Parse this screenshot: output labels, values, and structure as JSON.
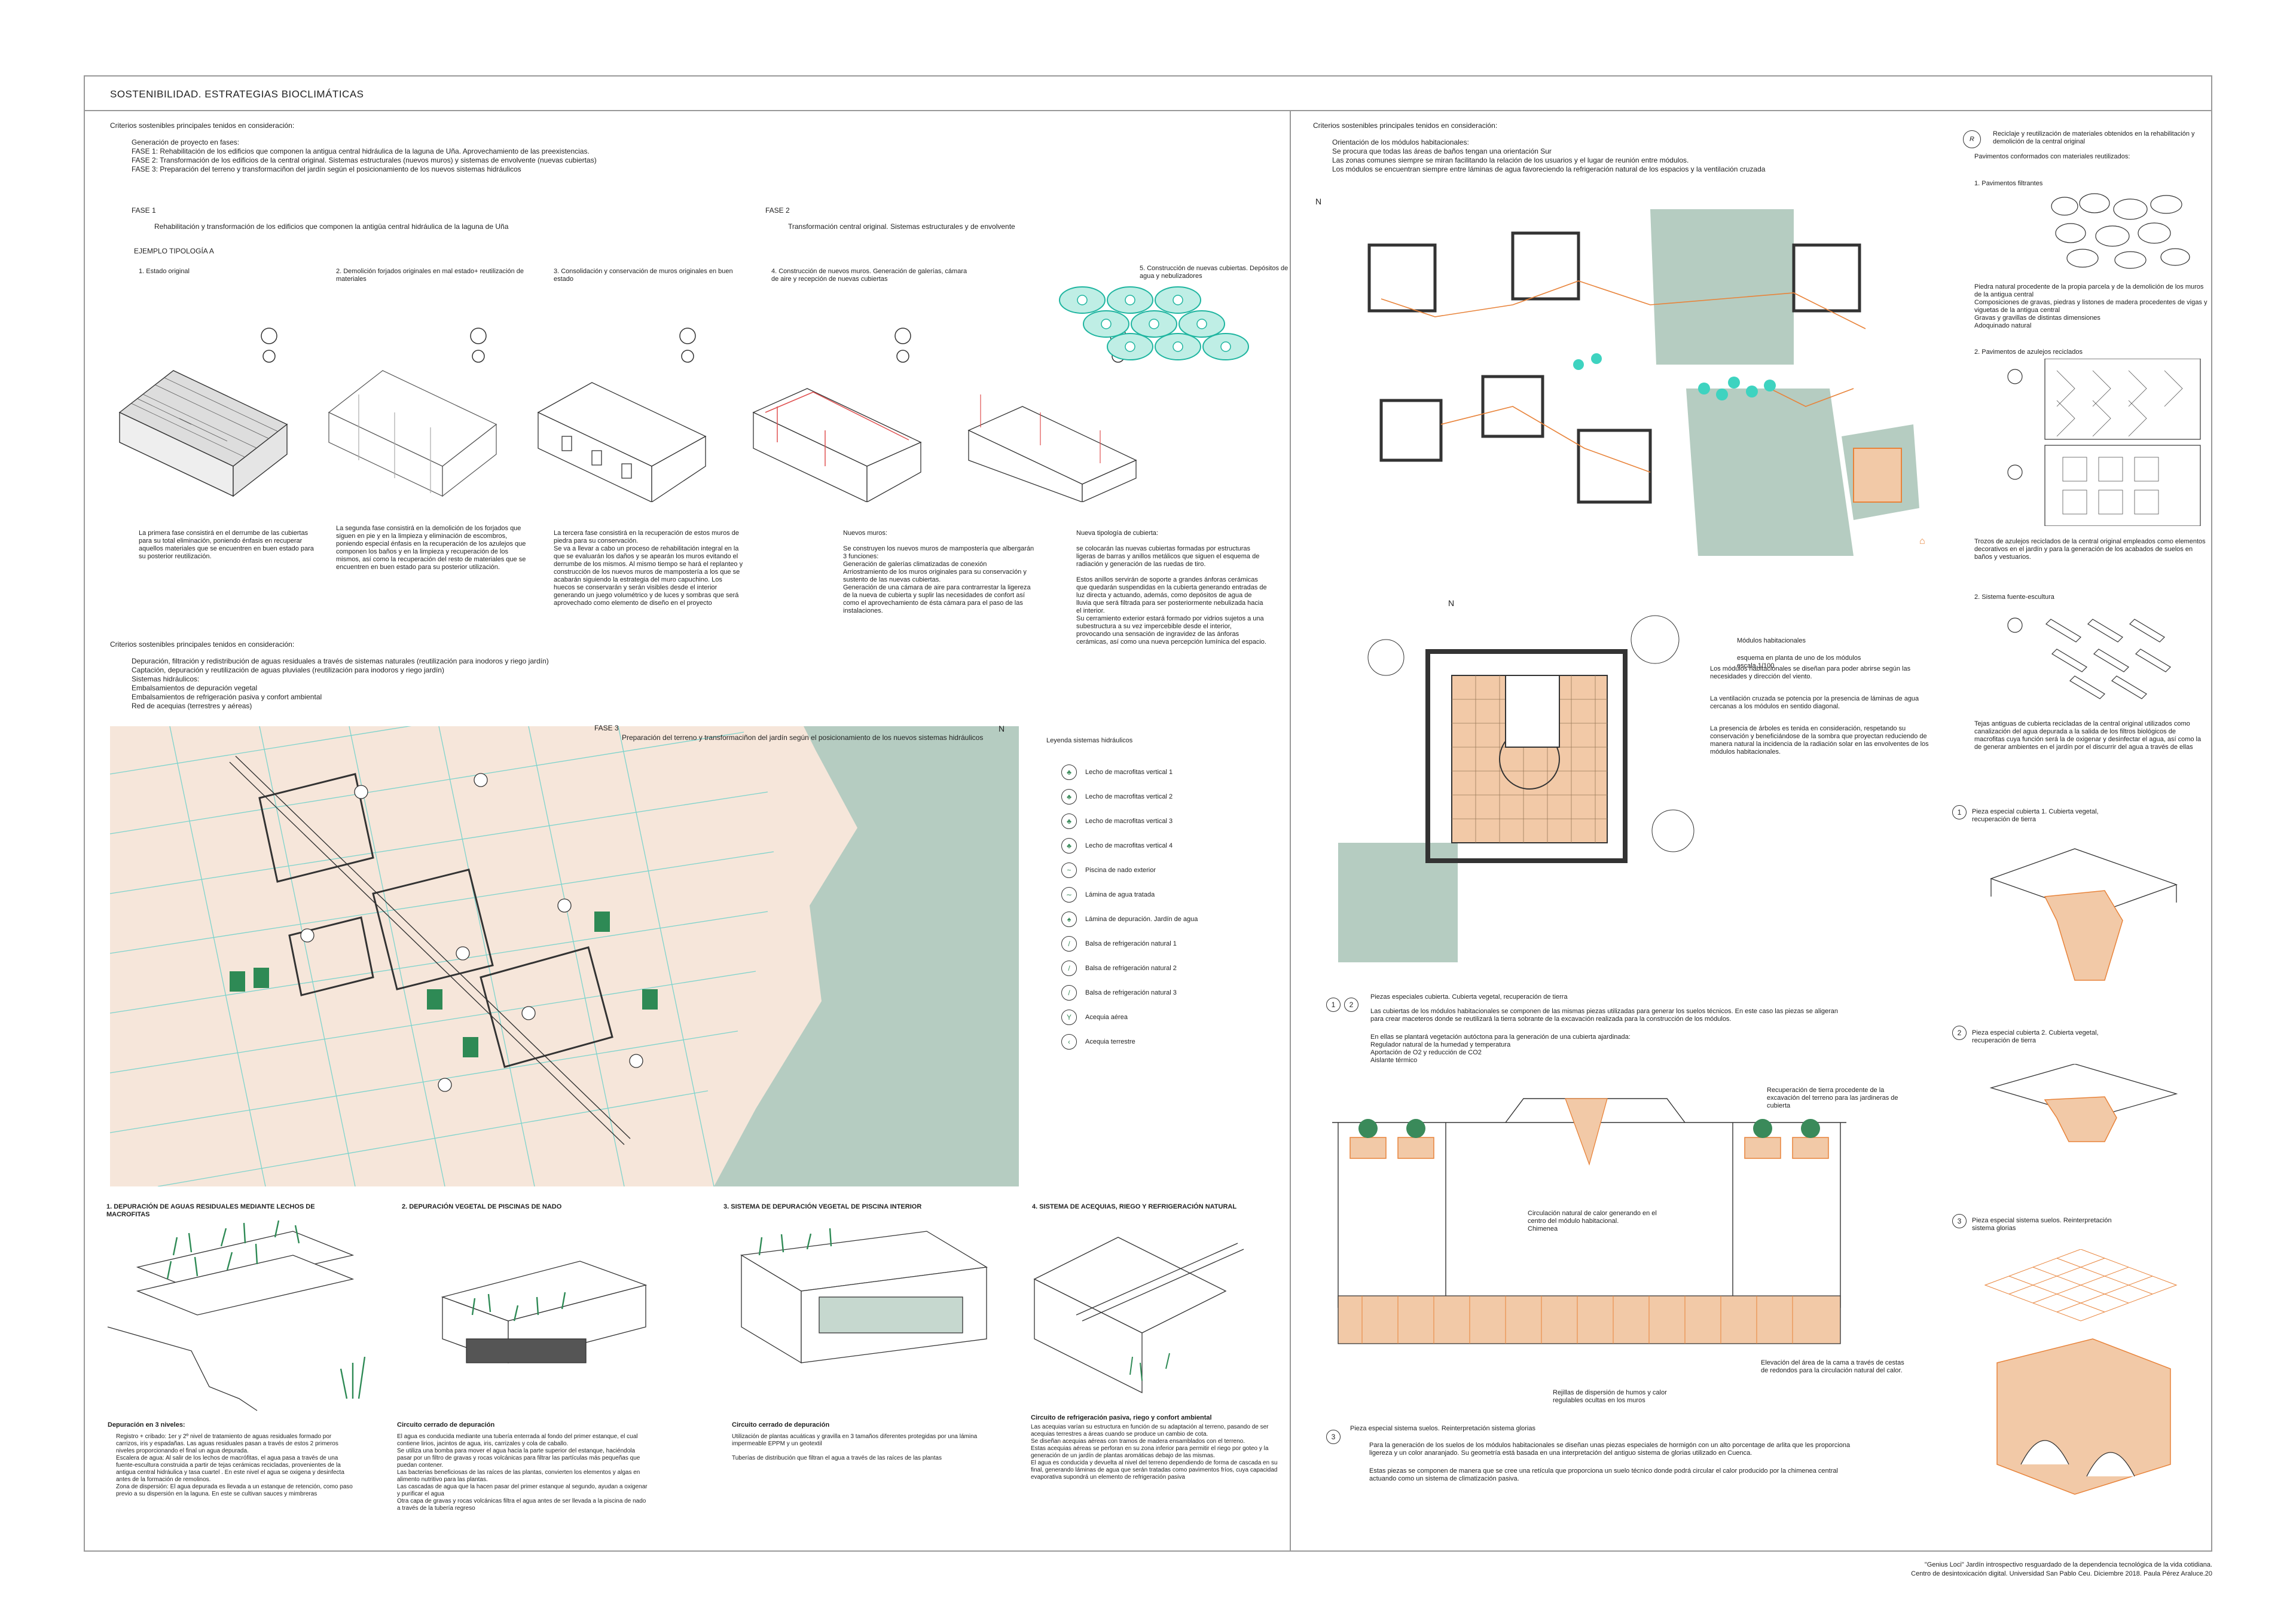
{
  "sheet": {
    "title": "SOSTENIBILIDAD. ESTRATEGIAS BIOCLIMÁTICAS",
    "footer_line1": "\"Genius Loci\" Jardín introspectivo resguardado de la dependencia tecnológica de la vida cotidiana.",
    "footer_line2": "Centro de desintoxicación digital. Universidad San Pablo Ceu. Diciembre 2018. Paula Pérez Araluce.20"
  },
  "left": {
    "criteria_title": "Criterios sostenibles principales tenidos en consideración:",
    "phases_intro": "Generación de proyecto en fases:",
    "phase1_line": "FASE 1: Rehabilitación de los edificios que componen la antigua central hidráulica de la laguna de Uña. Aprovechamiento de las preexistencias.",
    "phase2_line": "FASE 2: Transformación de los edificios de la central original. Sistemas estructurales (nuevos muros) y sistemas de envolvente (nuevas cubiertas)",
    "phase3_line": "FASE 3: Preparación del terreno y transformaciñon del jardín según el posicionamiento de los nuevos sistemas hidráulicos",
    "fase1_title": "FASE 1",
    "fase1_desc": "Rehabilitación y transformación de los edificios que componen la antigüa central hidráulica de la laguna de Uña",
    "example": "EJEMPLO TIPOLOGÍA A",
    "fase2_title": "FASE 2",
    "fase2_desc": "Transformación central original. Sistemas estructurales y de envolvente",
    "steps": [
      {
        "label": "1.       Estado original",
        "desc": "La primera fase consistirá en el derrumbe de las cubiertas para su total eliminación, poniendo énfasis en recuperar aquellos materiales que se encuentren en buen estado para su posterior reutilización."
      },
      {
        "label": "2.       Demolición forjados originales en mal estado+ reutilización de materiales",
        "desc": "La segunda fase consistirá en la demolición de los forjados que siguen en pie y en la limpieza y eliminación de escombros, poniendo especial énfasis en la recuperación de los azulejos que componen los baños y en la limpieza y recuperación de los mismos, así como la recuperación del resto de materiales que se encuentren en buen estado para su posterior utilización."
      },
      {
        "label": "3.       Consolidación  y conservación de muros originales en buen estado",
        "desc": "La tercera fase consistirá en la recuperación de estos muros de piedra para su conservación.\nSe va a llevar a cabo un proceso de rehabilitación integral en la que se evaluarán los daños y se apearán los muros evitando el derrumbe de los mismos. Al mismo tiempo se hará el replanteo y construcción de los nuevos muros de mampostería a los que se acabarán siguiendo la estrategia del muro capuchino. Los huecos se conservarán y serán visibles desde el interior generando un juego volumétrico y de luces y sombras que será aprovechado como elemento de diseño en el proyecto"
      },
      {
        "label": "4.       Construcción de nuevos muros. Generación de galerías, cámara de aire y recepción de nuevas cubiertas",
        "desc": "Nuevos muros:\n\nSe construyen los nuevos muros de mampostería que albergarán 3 funciones:\nGeneración de galerías climatizadas de conexión\nArriostramiento de los muros originales para su conservación y sustento de las nuevas cubiertas.\nGeneración de una cámara de aire para contrarrestar la ligereza de la nueva de cubierta y suplir las necesidades de confort así como el aprovechamiento de ésta cámara para el paso de las instalaciones."
      },
      {
        "label": "5.       Construcción de nuevas cubiertas. Depósitos de agua y nebulizadores",
        "desc": "Nueva tipología de cubierta:\n\nse colocarán las nuevas cubiertas formadas por estructuras ligeras de barras y anillos metálicos que siguen el esquema de radiación y generación de las ruedas de tiro.\n\nEstos anillos servirán de soporte a grandes ánforas cerámicas que quedarán suspendidas en la cubierta generando entradas de luz directa y actuando, además, como depósitos de agua de lluvia que será filtrada para ser posteriormente nebulizada hacia el interior.\nSu cerramiento exterior estará formado por vidrios sujetos a una subestructura a su vez impercebible desde el interior, provocando una sensación de ingravidez de las ánforas cerámicas, así como una nueva percepción lumínica del espacio."
      }
    ],
    "criteria2_title": "Criterios sostenibles principales tenidos en consideración:",
    "criteria2_body": "Depuración, filtración y redistribución de aguas residuales a través de sistemas naturales (reutilización para inodoros y riego jardín)\nCaptación, depuración y reutilización de aguas pluviales (reutilización para inodoros y riego jardín)\nSistemas hidráulicos:\n     Embalsamientos de depuración vegetal\n     Embalsamientos de refrigeración pasiva y confort ambiental\n     Red de acequias (terrestres y aéreas)",
    "fase3_title": "FASE 3",
    "fase3_desc": "Preparación del terreno y transformaciñon del jardín según el posicionamiento de los nuevos sistemas hidráulicos",
    "legend_title": "Leyenda sistemas hidráulicos",
    "legend": [
      "Lecho de macrofitas vertical 1",
      "Lecho de macrofitas vertical 2",
      "Lecho de macrofitas vertical 3",
      "Lecho de macrofitas vertical 4",
      "Piscina de nado exterior",
      "Lámina de agua tratada",
      "Lámina de depuración. Jardín de agua",
      "Balsa de refrigeración natural 1",
      "Balsa de refrigeración natural 2",
      "Balsa de refrigeración natural 3",
      "Acequia aérea",
      "Acequia terrestre"
    ],
    "systems": [
      {
        "title": "1.       DEPURACIÓN DE AGUAS RESIDUALES MEDIANTE LECHOS DE MACROFITAS",
        "caption_title": "Depuración en 3 niveles:",
        "caption": "Registro + cribado:  1er y 2º nivel de tratamiento de aguas residuales  formado por carrizos, iris y espadañas. Las aguas residuales pasan a través de estos 2 primeros niveles proporcionando el final un agua depurada.\nEscalera de agua: Al salir de los lechos de macrófitas, el agua pasa a través  de una fuente-escultura construida a partir de tejas cerámicas recicladas, provenientes de la antigua central hidráulica y tasa cuartel . En este nivel el agua se oxigena y desinfecta antes de la formación de remolinos.\nZona de dispersión: El agua depurada es llevada a un estanque de retención, como paso previo a su dispersión en la laguna. En este se cultivan sauces y mimbreras"
      },
      {
        "title": "2. DEPURACIÓN VEGETAL DE PISCINAS DE NADO",
        "caption_title": "Circuito cerrado de depuración",
        "caption": "El agua es conducida mediante una tubería enterrada al fondo del primer estanque, el cual contiene lirios, jacintos de agua, iris, carrizales y cola de caballo.\nSe utiliza una bomba para mover el agua hacia la parte superior del estanque, haciéndola pasar por un filtro de gravas y rocas volcánicas para filtrar las partículas más pequeñas que puedan contener.\nLas bacterias beneficiosas de las raíces de las plantas, convierten los elementos y algas en alimento nutritivo para las plantas.\nLas cascadas de agua que la hacen pasar del primer estanque al segundo, ayudan a oxigenar y purificar el agua\nOtra capa de gravas y rocas volcánicas filtra el agua antes de ser llevada a la piscina de nado a través de la tubería regreso"
      },
      {
        "title": "3.  SISTEMA DE DEPURACIÓN VEGETAL DE PISCINA INTERIOR",
        "caption_title": "Circuito cerrado de depuración",
        "caption": "Utilización de plantas acuáticas y gravilla en 3 tamaños diferentes protegidas por una lámina impermeable EPPM y un geotextil\n\nTuberías de distribución que filtran el agua a través de las raíces de las plantas"
      },
      {
        "title": "4. SISTEMA DE ACEQUIAS, RIEGO Y REFRIGERACIÓN NATURAL",
        "caption_title": "Circuito de refrigeración pasiva, riego y confort ambiental",
        "caption": "Las acequias varían su estructura en función de su adaptación al terreno, pasando de ser acequias terrestres a áreas cuando se produce un cambio de cota.\nSe diseñan acequias aéreas con tramos de madera ensamblados con el terreno.\nEstas acequias aéreas se perforan en su zona inferior para permitir el riego por goteo y la generación de un jardín de plantas aromáticas debajo de las mismas.\nEl agua es conducida y devuelta al nivel del terreno dependiendo de forma de cascada en su final, generando láminas de agua que serán tratadas como pavimentos fríos, cuya capacidad evaporativa supondrá un elemento de refrigeración pasiva"
      }
    ]
  },
  "right": {
    "criteria_title": "Criterios sostenibles principales tenidos en consideración:",
    "orientation_title": "Orientación de los módulos habitacionales:",
    "orientation_body": "Se procura que todas las áreas de baños tengan una orientación Sur\nLas zonas comunes siempre se miran facilitando la relación de los usuarios y el lugar de reunión entre módulos.\nLos módulos se encuentran siempre entre láminas de agua favoreciendo la refrigeración natural de los espacios y la ventilación cruzada",
    "north": "N",
    "plan_title": "Módulos habitacionales",
    "plan_sub": "esquema en planta de uno de los módulos\nescala 1/100",
    "plan_p1": "Los módulos habitacionales se diseñan para poder abrirse según las necesidades y dirección del viento.",
    "plan_p2": "La ventilación cruzada se potencia por la presencia de láminas de agua cercanas a los módulos en sentido diagonal.",
    "plan_p3": "La presencia de árboles es tenida en consideración, respetando su conservación y beneficiándose de la sombra que proyectan reduciendo de manera natural la incidencia de la radiación solar en las envolventes de los módulos habitacionales.",
    "piece12_title": "Piezas especiales cubierta. Cubierta vegetal, recuperación de tierra",
    "piece12_body": "Las cubiertas de los módulos habitacionales se componen de las mismas piezas utilizadas para generar los suelos técnicos. En este caso las piezas se aligeran para crear maceteros donde se reutilizará la tierra sobrante de la excavación realizada para la construcción de los módulos.",
    "piece12_list": "En ellas se plantará vegetación autóctona para la generación de una cubierta ajardinada:\n     Regulador natural de la humedad y temperatura\n     Aportación de O2 y reducción de CO2\n     Aislante térmico",
    "section_note1": "Recuperación de tierra procedente de la excavación del terreno para las jardineras de cubierta",
    "section_note2": "Circulación natural de calor generando en el centro del módulo habitacional.\nChimenea",
    "section_note3": "Rejillas de dispersión de humos y calor regulables ocultas en los muros",
    "section_note4": "Elevación del área de la cama a través de cestas de redondos para la circulación natural del calor.",
    "piece3_title": "Pieza especial sistema suelos. Reinterpretación sistema glorias",
    "piece3_body": "Para la generación de los suelos de los módulos habitacionales se diseñan unas piezas especiales de hormigón con un alto porcentage de arlita que les proporciona ligereza y un color anaranjado. Su geometría está basada en una interpretación del antiguo sistema de glorias utilizado en Cuenca.",
    "piece3_body2": "Estas piezas se componen de manera que se cree una retícula que proporciona un suelo técnico donde podrá circular el calor producido por la chimenea central actuando como un sistema de climatización pasiva.",
    "recycle_title": "Reciclaje y reutilización de materiales obtenidos en la rehabilitación y demolición de la central original",
    "recycle_sub": "Pavimentos conformados con materiales reutilizados:",
    "pav1_title": "1.       Pavimentos filtrantes",
    "pav1_desc": "Piedra natural procedente de la propia parcela y de la demolición de los muros de la antigua central\nComposiciones de gravas, piedras y listones de madera procedentes de vigas y viguetas de la antigua central\nGravas y gravillas de distintas dimensiones\nAdoquinado natural",
    "pav2_title": "2.       Pavimentos de azulejos reciclados",
    "pav2_desc": "Trozos de azulejos reciclados de la central original empleados como elementos decorativos en el jardín y para la generación de los acabados de suelos en baños y vestuarios.",
    "pav3_title": "2.       Sistema fuente-escultura",
    "pav3_desc": "Tejas antiguas de cubierta recicladas de la central original utilizados como canalización del agua depurada a la salida de los filtros biológicos de macrofitas cuya función será la de oxigenar y desinfectar el agua, así como la de generar ambientes en el jardín por el discurrir del agua a través de ellas",
    "special1": "Pieza especial cubierta 1. Cubierta vegetal, recuperación de tierra",
    "special2": "Pieza especial cubierta 2. Cubierta vegetal, recuperación de tierra",
    "special3": "Pieza especial sistema suelos. Reinterpretación sistema glorias",
    "num1": "1",
    "num2": "2",
    "num3": "3",
    "rr": "R"
  },
  "colors": {
    "accent_orange": "#e8833a",
    "water_green": "#b9cfc4",
    "sand": "#f5e6d8",
    "cyan": "#3ed3c0",
    "plant_green": "#3aa060"
  }
}
